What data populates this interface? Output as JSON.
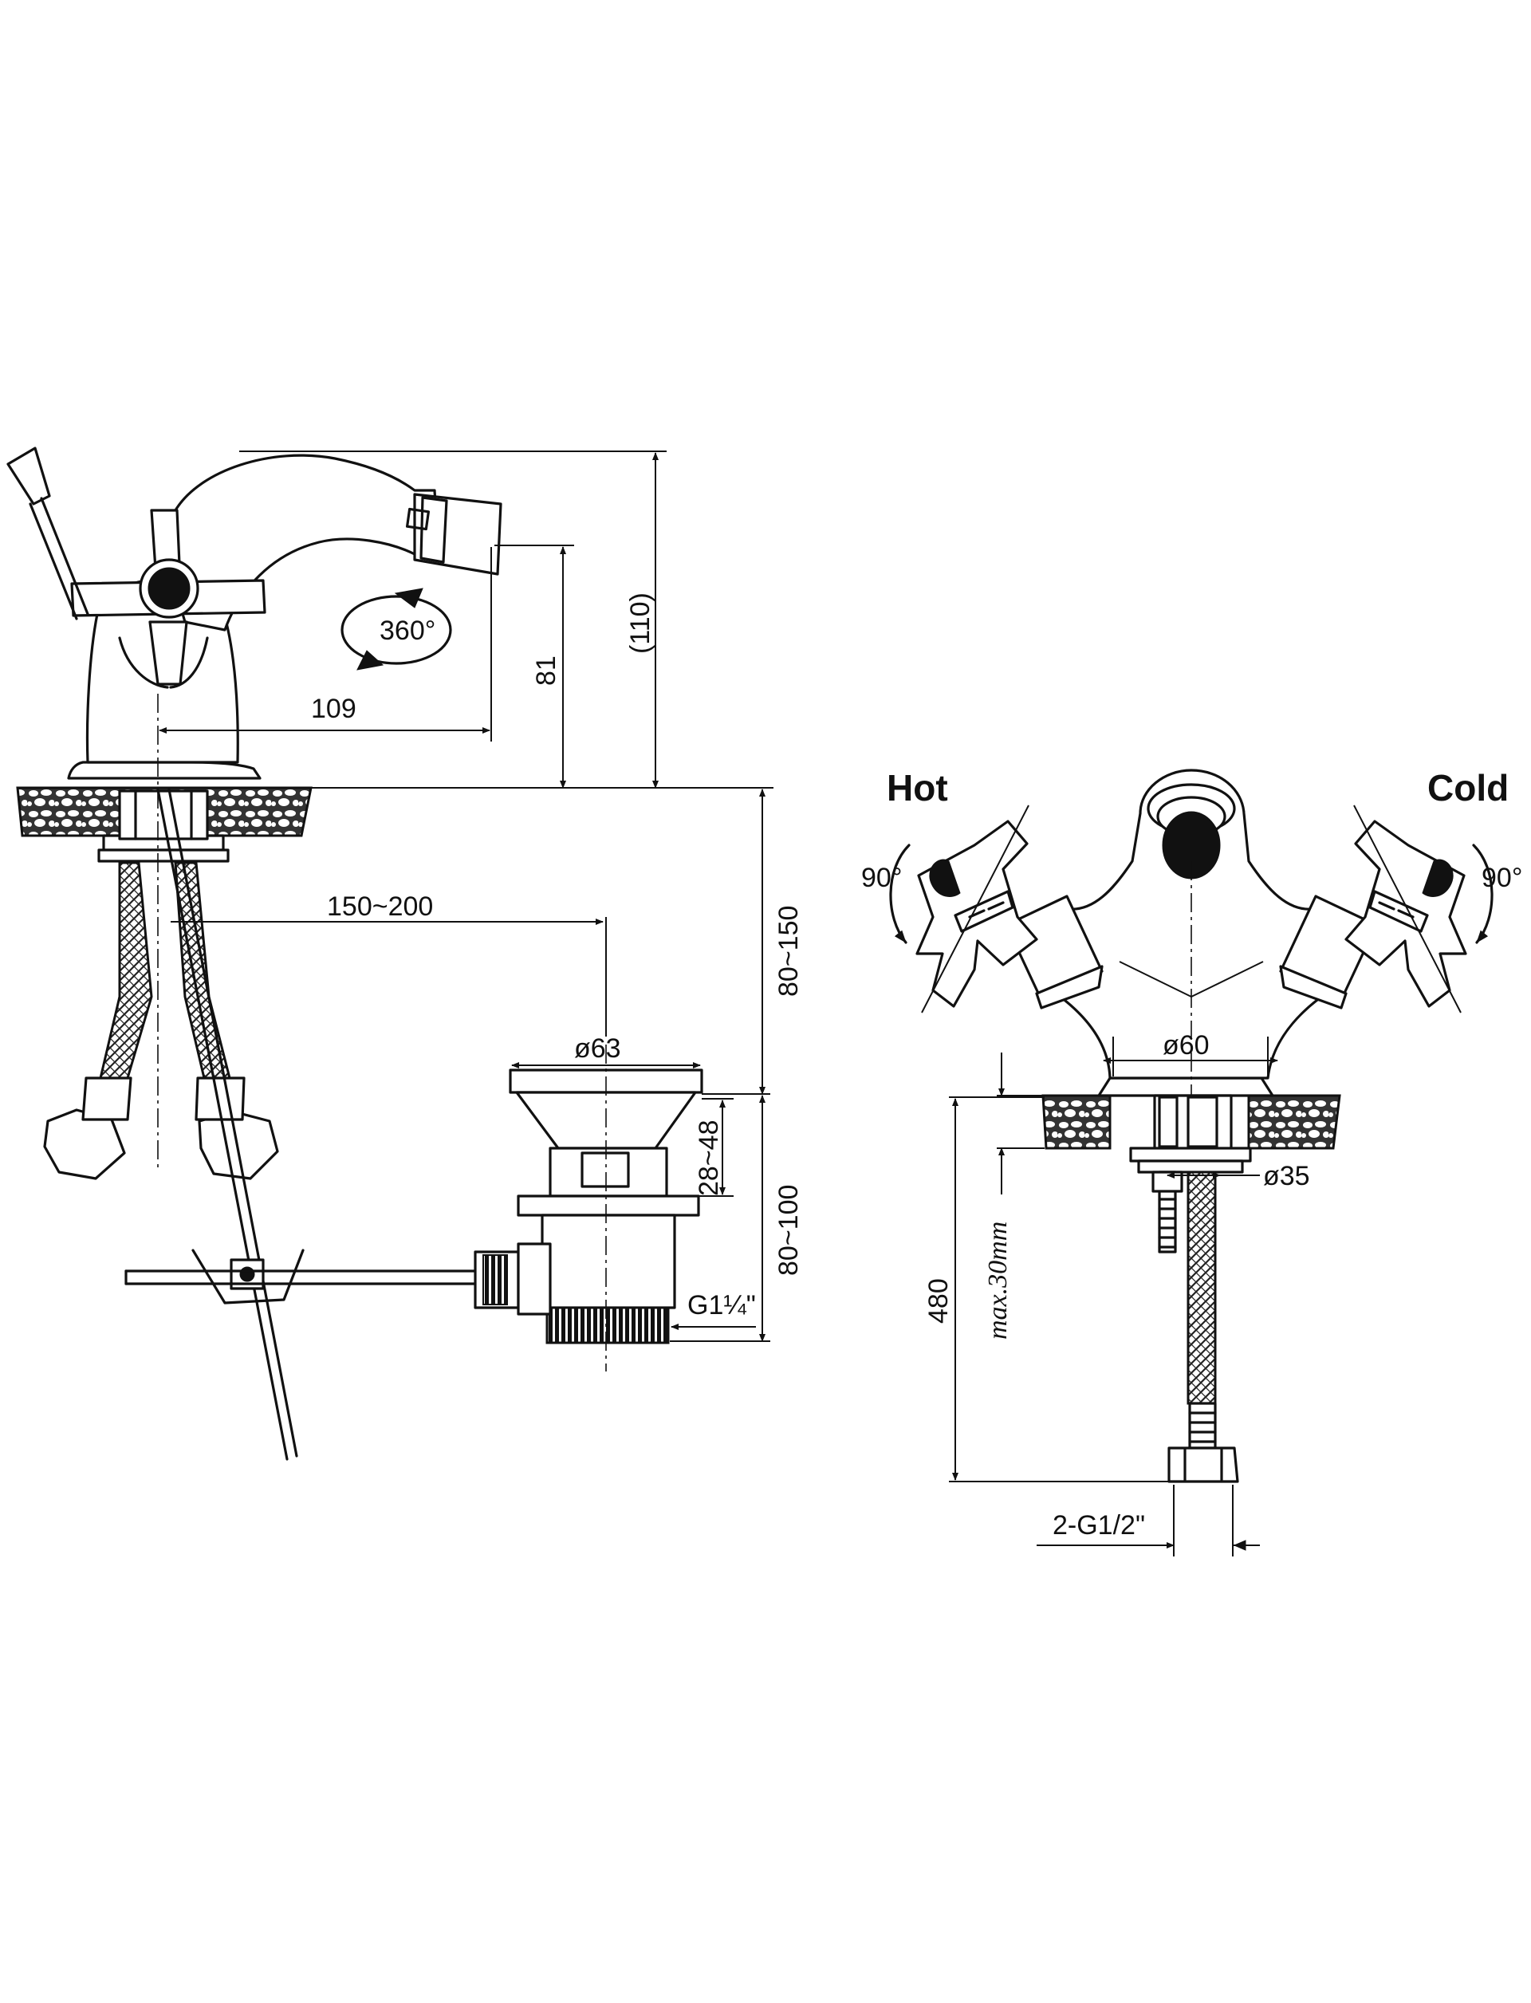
{
  "side_view": {
    "rotation": "360°",
    "dim_spout_reach": "109",
    "dim_spout_height": "81",
    "dim_total_height": "(110)",
    "dim_waste_offset": "150~200",
    "dim_waste_diameter": "ø63",
    "dim_waste_range": "28~48",
    "dim_below_counter_upper": "80~150",
    "dim_below_counter_lower": "80~100",
    "thread_waste": "G1¼\""
  },
  "front_view": {
    "hot_label": "Hot",
    "cold_label": "Cold",
    "hot_rotation": "90°",
    "cold_rotation": "90°",
    "dim_base_diameter": "ø60",
    "dim_hole_diameter": "ø35",
    "dim_max_thickness": "max.30mm",
    "dim_hose_length": "480",
    "thread_inlet": "2-G1/2\""
  }
}
